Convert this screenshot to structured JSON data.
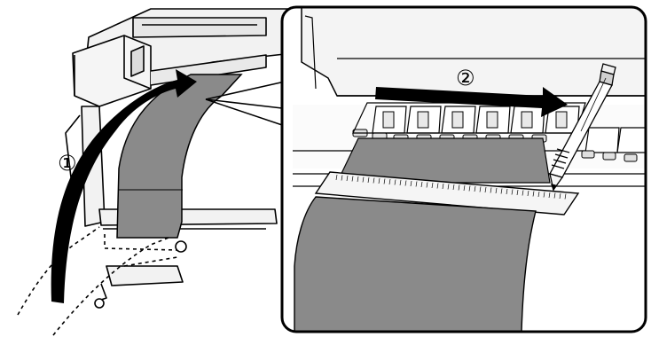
{
  "figure": {
    "step_labels": [
      {
        "id": "step-1",
        "text": "①"
      },
      {
        "id": "step-2",
        "text": "②"
      }
    ],
    "colors": {
      "media": "#8a8a8a",
      "outline": "#000000",
      "background": "#ffffff",
      "machine_light": "#f2f2f2",
      "machine_mid": "#dcdcdc",
      "arrow": "#000000",
      "pencil_grip": "#bdbdbd"
    },
    "icons": [
      "printer-illustration",
      "media-sheet",
      "feed-arrow",
      "ruler",
      "pencil",
      "direction-arrow",
      "detail-callout-frame"
    ]
  }
}
